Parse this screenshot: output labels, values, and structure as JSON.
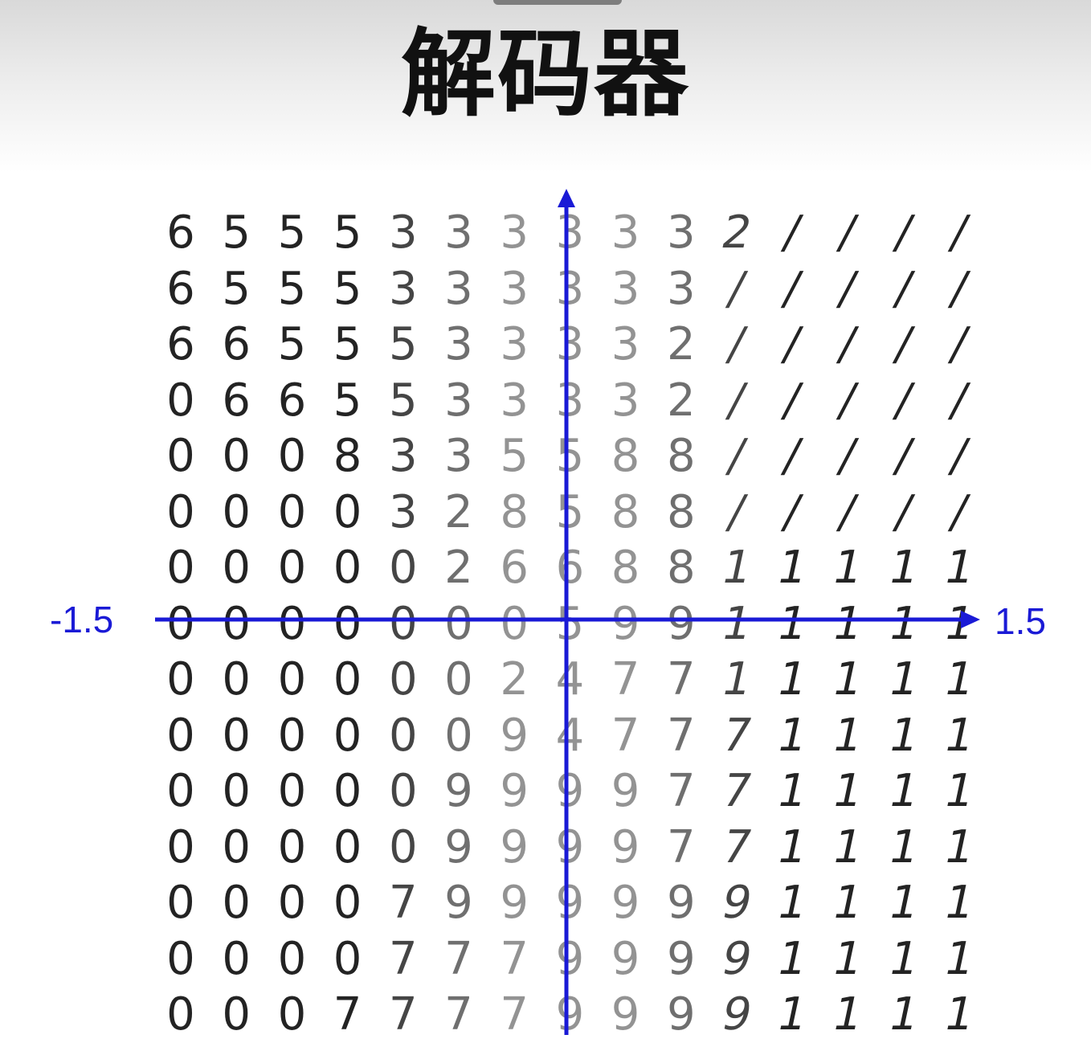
{
  "title": "解码器",
  "axis": {
    "x_min_label": "-1.5",
    "x_max_label": "1.5",
    "color": "#1a1ad6"
  },
  "grid": {
    "rows": [
      [
        "6",
        "5",
        "5",
        "5",
        "3",
        "3",
        "3",
        "3",
        "3",
        "3",
        "2",
        "/",
        "/",
        "/",
        "/"
      ],
      [
        "6",
        "5",
        "5",
        "5",
        "3",
        "3",
        "3",
        "3",
        "3",
        "3",
        "/",
        "/",
        "/",
        "/",
        "/"
      ],
      [
        "6",
        "6",
        "5",
        "5",
        "5",
        "3",
        "3",
        "3",
        "3",
        "2",
        "/",
        "/",
        "/",
        "/",
        "/"
      ],
      [
        "0",
        "6",
        "6",
        "5",
        "5",
        "3",
        "3",
        "3",
        "3",
        "2",
        "/",
        "/",
        "/",
        "/",
        "/"
      ],
      [
        "0",
        "0",
        "0",
        "8",
        "3",
        "3",
        "5",
        "5",
        "8",
        "8",
        "/",
        "/",
        "/",
        "/",
        "/"
      ],
      [
        "0",
        "0",
        "0",
        "0",
        "3",
        "2",
        "8",
        "5",
        "8",
        "8",
        "/",
        "/",
        "/",
        "/",
        "/"
      ],
      [
        "0",
        "0",
        "0",
        "0",
        "0",
        "2",
        "6",
        "6",
        "8",
        "8",
        "1",
        "1",
        "1",
        "1",
        "1"
      ],
      [
        "0",
        "0",
        "0",
        "0",
        "0",
        "0",
        "0",
        "5",
        "9",
        "9",
        "1",
        "1",
        "1",
        "1",
        "1"
      ],
      [
        "0",
        "0",
        "0",
        "0",
        "0",
        "0",
        "2",
        "4",
        "7",
        "7",
        "1",
        "1",
        "1",
        "1",
        "1"
      ],
      [
        "0",
        "0",
        "0",
        "0",
        "0",
        "0",
        "9",
        "4",
        "7",
        "7",
        "7",
        "1",
        "1",
        "1",
        "1"
      ],
      [
        "0",
        "0",
        "0",
        "0",
        "0",
        "9",
        "9",
        "9",
        "9",
        "7",
        "7",
        "1",
        "1",
        "1",
        "1"
      ],
      [
        "0",
        "0",
        "0",
        "0",
        "0",
        "9",
        "9",
        "9",
        "9",
        "7",
        "7",
        "1",
        "1",
        "1",
        "1"
      ],
      [
        "0",
        "0",
        "0",
        "0",
        "7",
        "9",
        "9",
        "9",
        "9",
        "9",
        "9",
        "1",
        "1",
        "1",
        "1"
      ],
      [
        "0",
        "0",
        "0",
        "0",
        "7",
        "7",
        "7",
        "9",
        "9",
        "9",
        "9",
        "1",
        "1",
        "1",
        "1"
      ],
      [
        "0",
        "0",
        "0",
        "7",
        "7",
        "7",
        "7",
        "9",
        "9",
        "9",
        "9",
        "1",
        "1",
        "1",
        "1"
      ]
    ]
  }
}
